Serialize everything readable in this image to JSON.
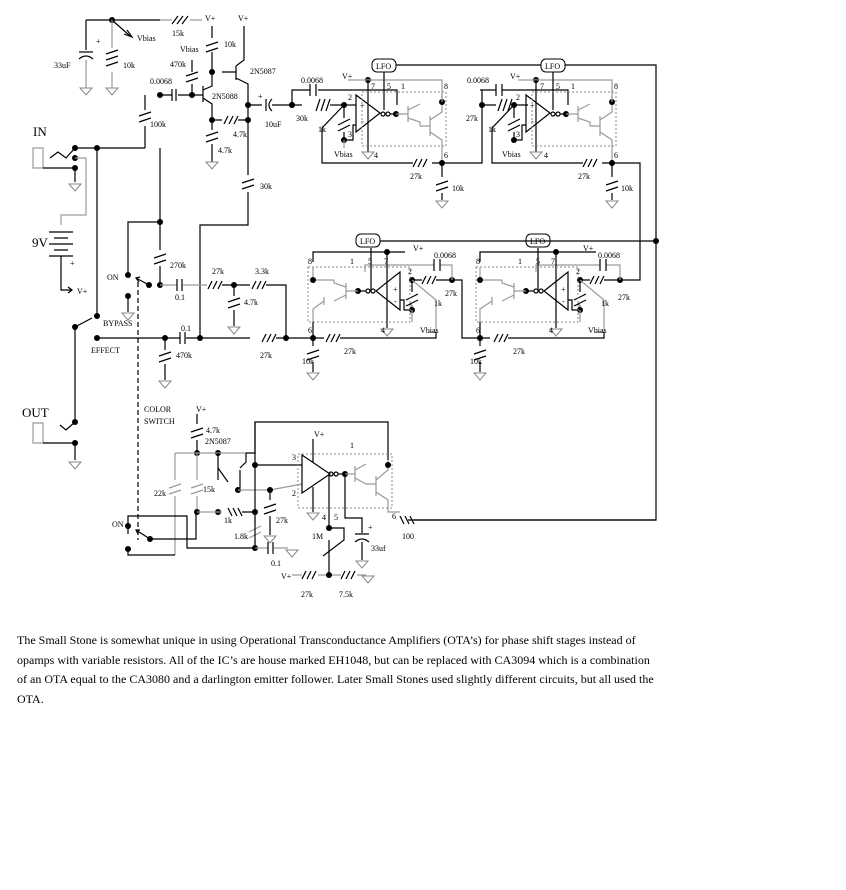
{
  "schematic": {
    "title": "Electro-Harmonix Small Stone phaser schematic",
    "labels": {
      "in": "IN",
      "out": "OUT",
      "battery": "9V",
      "on": "ON",
      "bypass": "BYPASS",
      "effect": "EFFECT",
      "color_switch_line1": "COLOR",
      "color_switch_line2": "SWITCH",
      "color_on": "ON",
      "vplus": "V+",
      "vbias": "Vbias",
      "lfo": "LFO",
      "plus": "+",
      "minus": "-"
    },
    "components": {
      "r_15k": "15k",
      "r_10k_top": "10k",
      "r_10k_bias": "10k",
      "c_33uF": "33uF",
      "r_470k_top": "470k",
      "q_2n5087_top": "2N5087",
      "q_2n5088": "2N5088",
      "c_0068_in": "0.0068",
      "r_100k": "100k",
      "r_4_7k_a": "4.7k",
      "r_4_7k_b": "4.7k",
      "c_10uF": "10uF",
      "r_30k_a": "30k",
      "r_30k_b": "30k",
      "r_270k": "270k",
      "c_0_1_a": "0.1",
      "c_0_1_b": "0.1",
      "r_27k_a": "27k",
      "r_3_3k": "3.3k",
      "r_4_7k_c": "4.7k",
      "r_470k_b": "470k",
      "r_27k_b": "27k",
      "stage_cap": "0.0068",
      "stage_r_in": "27k",
      "stage_r_fb": "27k",
      "stage_r_1k": "1k",
      "stage_r_10k": "10k",
      "r_4_7k_lfo": "4.7k",
      "q_2n5087_lfo": "2N5087",
      "r_22k": "22k",
      "r_15k_lfo": "15k",
      "r_1k_lfo": "1k",
      "r_27k_lfo": "27k",
      "r_1_8k": "1.8k",
      "c_0_1_lfo": "0.1",
      "r_1M": "1M",
      "c_33uf_lfo": "33uf",
      "r_100": "100",
      "r_27k_div": "27k",
      "r_7_5k": "7.5k"
    },
    "pins": [
      "1",
      "2",
      "3",
      "4",
      "5",
      "6",
      "7",
      "8"
    ]
  },
  "description": "The Small Stone is somewhat unique in using Operational Transconductance Amplifiers (OTA’s) for phase shift stages instead of opamps with variable resistors. All of the IC’s are house marked EH1048, but can be replaced with CA3094 which is a combination of an OTA equal to the CA3080 and a darlington emitter follower. Later Small Stones used slightly different circuits, but all used the OTA."
}
